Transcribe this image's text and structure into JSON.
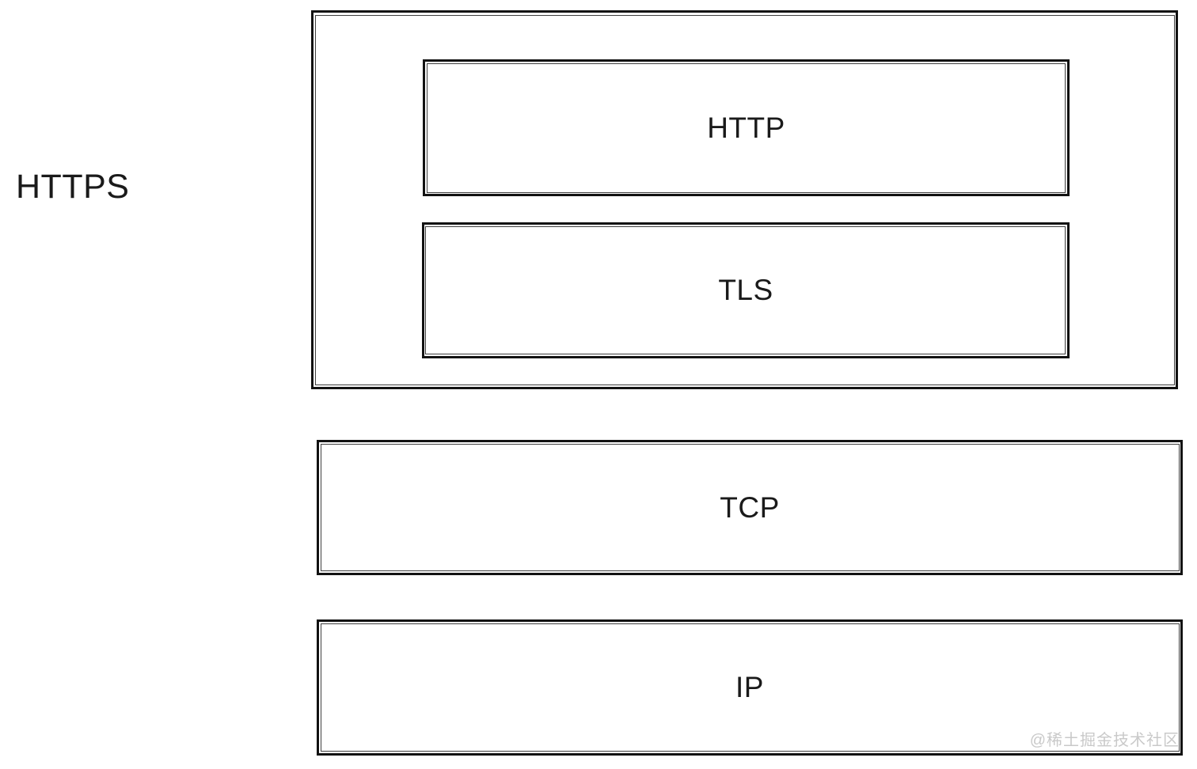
{
  "diagram": {
    "title_label": "HTTPS",
    "background_color": "#ffffff",
    "stroke_color": "#121212",
    "text_color": "#1a1a1a",
    "layers": [
      {
        "id": "http",
        "label": "HTTP",
        "nested_in": "https"
      },
      {
        "id": "tls",
        "label": "TLS",
        "nested_in": "https"
      },
      {
        "id": "tcp",
        "label": "TCP",
        "nested_in": null
      },
      {
        "id": "ip",
        "label": "IP",
        "nested_in": null
      }
    ],
    "container": {
      "id": "https",
      "label": "HTTPS",
      "contains": [
        "HTTP",
        "TLS"
      ]
    }
  },
  "watermark": {
    "text": "@稀土掘金技术社区",
    "color": "#c9c9c9"
  }
}
